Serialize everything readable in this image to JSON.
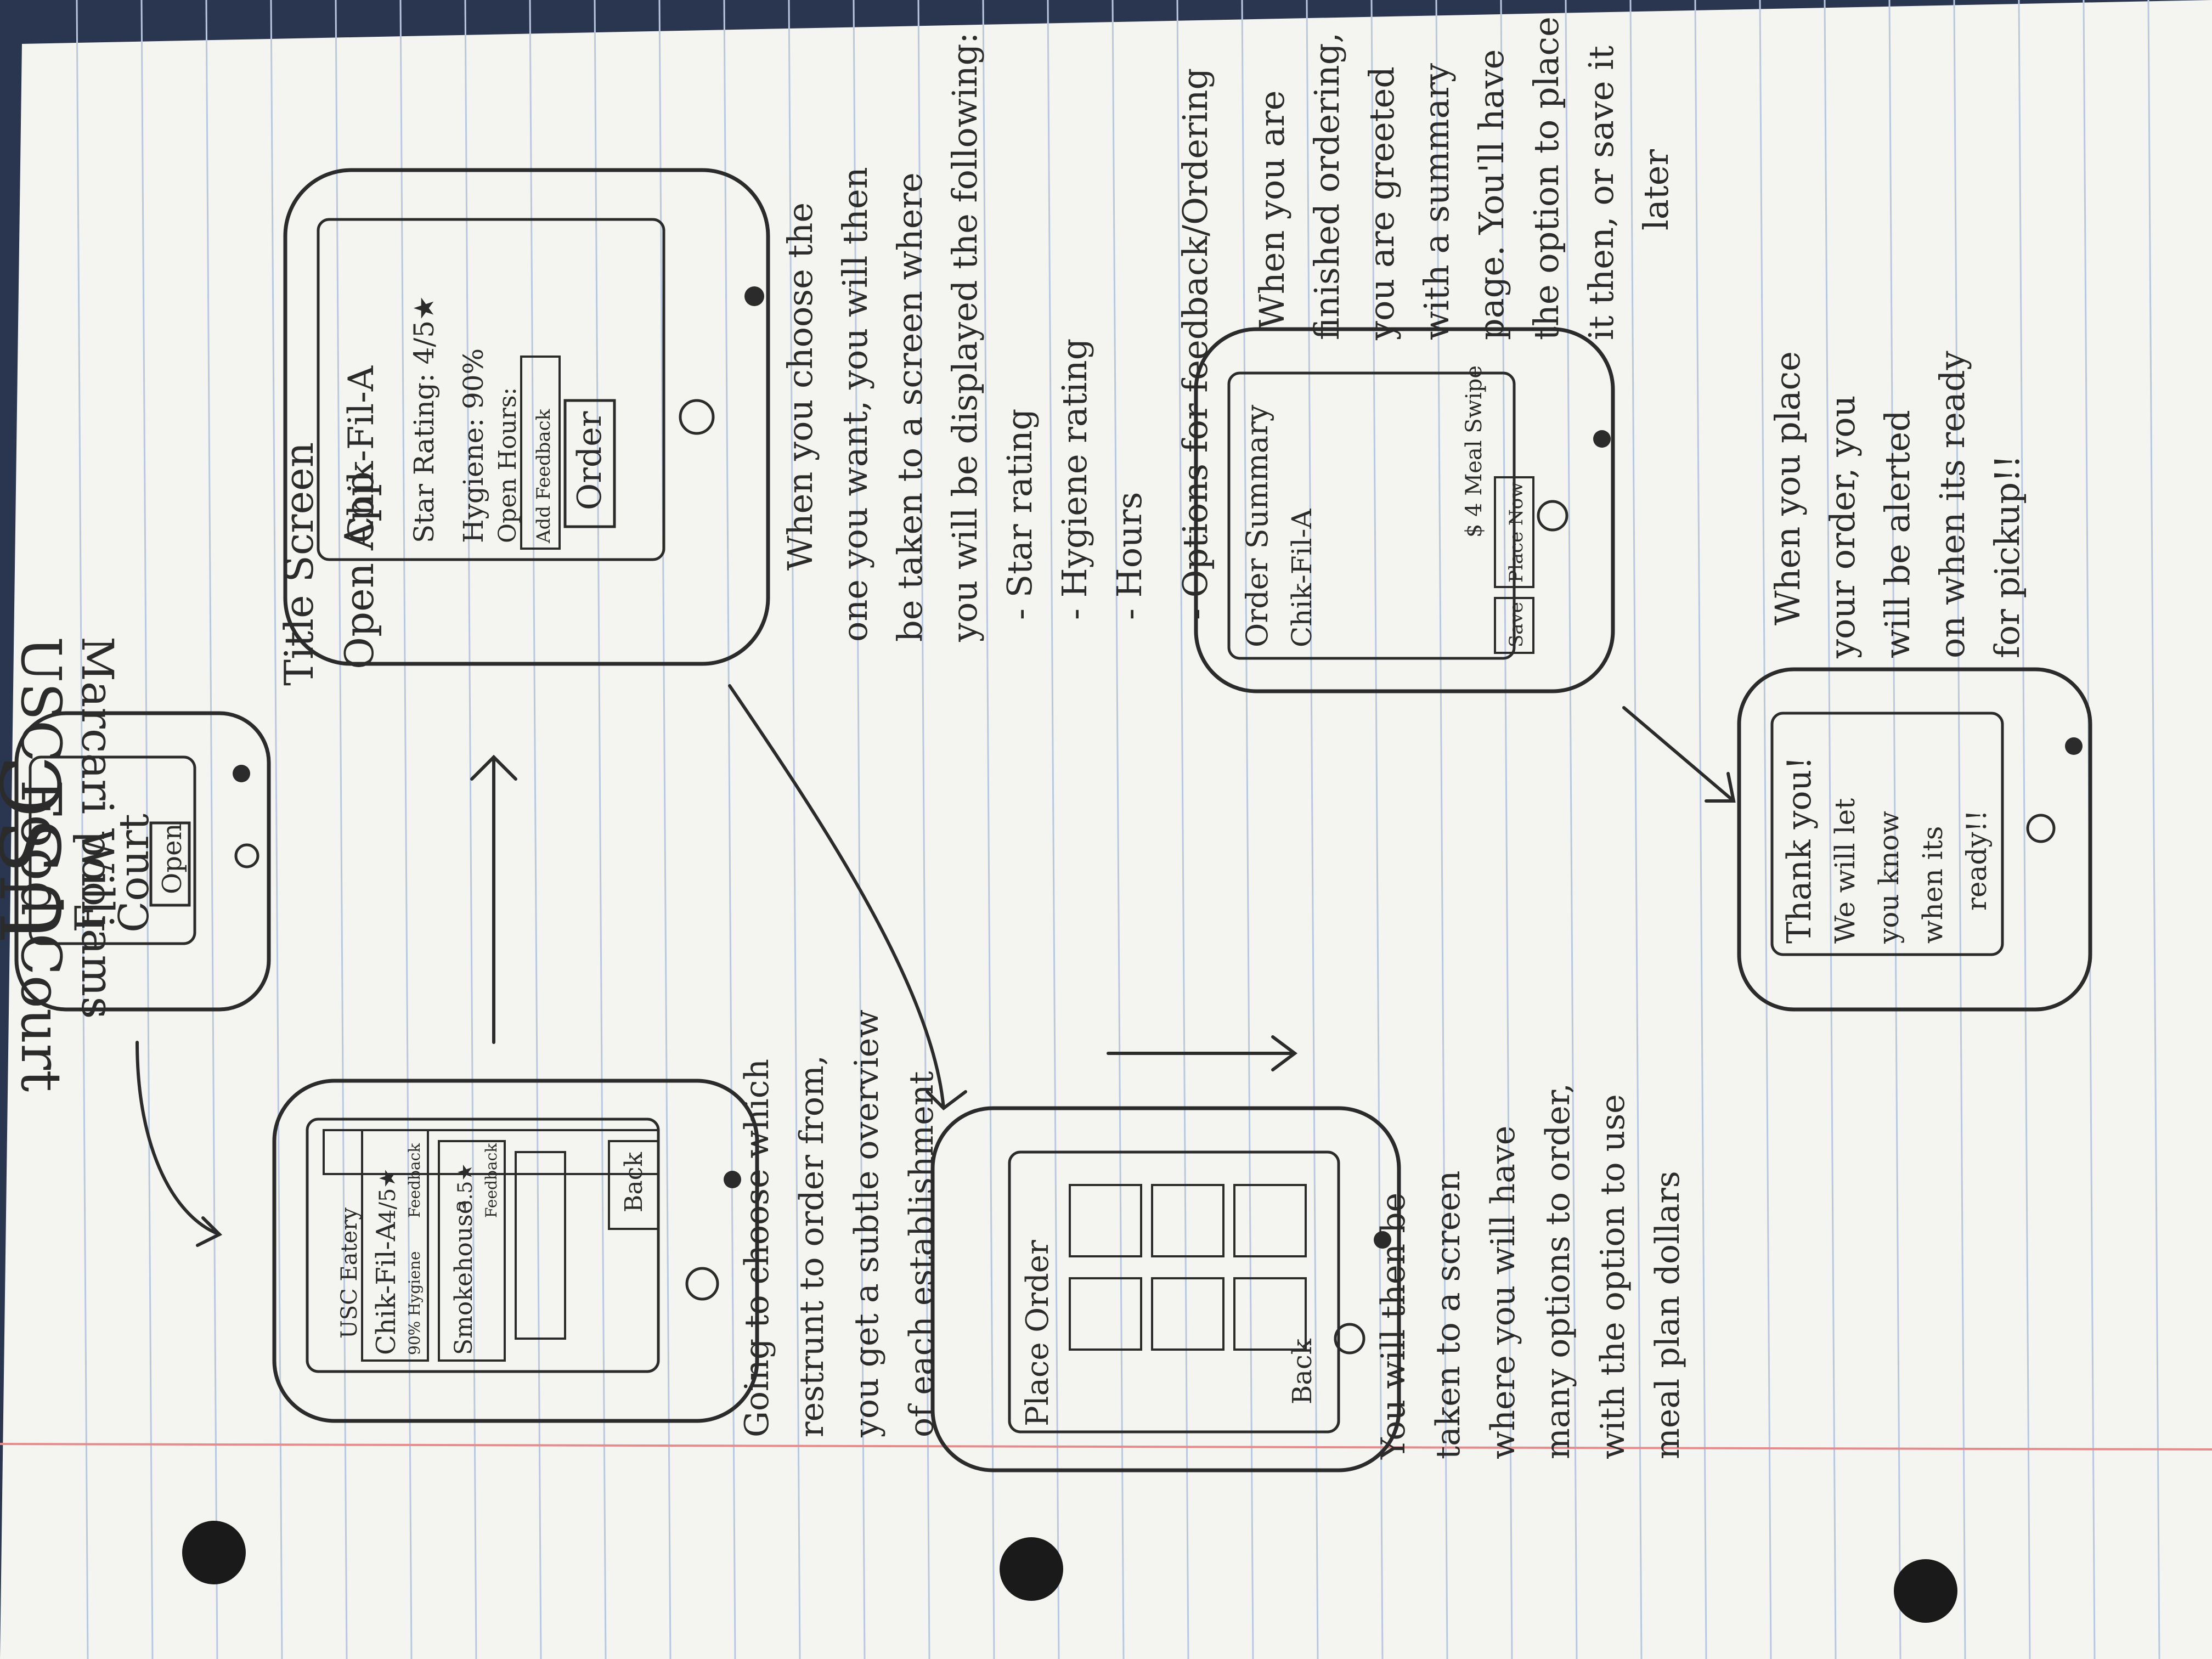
{
  "header": {
    "title": "USC Food Court",
    "author": "Marcari Williams"
  },
  "title_screen": {
    "logo": "USC",
    "sub1": "Food",
    "sub2": "Court",
    "button": "Open",
    "note1": "Title Screen",
    "note2": "Open App"
  },
  "list_screen": {
    "header": "USC Eatery",
    "item1_name": "Chik-Fil-A",
    "item1_rating": "4/5★",
    "item1_sub": "90% Hygiene",
    "item1_feedback": "Feedback",
    "item2_name": "Smokehouse",
    "item2_rating": "3.5★",
    "item2_feedback": "Feedback",
    "back": "Back",
    "desc": [
      "Going to choose which",
      "restrunt to order from,",
      "you get a subtle overview",
      "of each establishment"
    ]
  },
  "detail_screen": {
    "name": "Chik-Fil-A",
    "star": "Star Rating: 4/5★",
    "hygiene": "Hygiene: 90%",
    "hours": "Open Hours:",
    "feedback": "Add Feedback",
    "order": "Order",
    "desc": [
      "When you choose the",
      "one you want, you will then",
      "be taken to a screen where",
      "you will be displayed the following:",
      "- Star rating",
      "- Hygiene rating",
      "- Hours",
      "- Options for feedback/Ordering"
    ]
  },
  "order_screen": {
    "title": "Place Order",
    "back": "Back",
    "desc": [
      "You will then be",
      "taken to a screen",
      "where you will have",
      "many options to order,",
      "with the option to use",
      "meal plan dollars"
    ]
  },
  "summary_screen": {
    "title": "Order Summary",
    "name": "Chik-Fil-A",
    "price": "$ 4 Meal Swipe",
    "save": "Save",
    "place": "Place Now",
    "desc": [
      "When you are",
      "finished ordering,",
      "you are greeted",
      "with a summary",
      "page. You'll have",
      "the option to place",
      "it then, or save it",
      "later"
    ]
  },
  "thanks_screen": {
    "lines": [
      "Thank you!",
      "We will let",
      "you know",
      "when its",
      "ready!!"
    ],
    "desc": [
      "When you place",
      "your order, you",
      "will be alerted",
      "on when its ready",
      "for pickup!!"
    ]
  },
  "colors": {
    "paper": "#f4f4f0",
    "rule": "#b9c8de",
    "margin": "#e58b8b",
    "ink": "#2b2b2b",
    "background": "#2a3550"
  }
}
